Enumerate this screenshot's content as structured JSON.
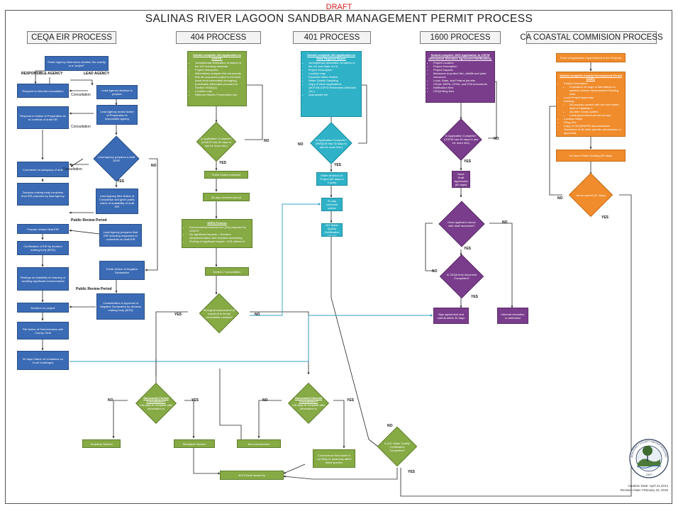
{
  "header": {
    "draft": "DRAFT",
    "title": "SALINAS RIVER LAGOON SANDBAR MANAGEMENT PERMIT PROCESS"
  },
  "columns": {
    "ceqa": "CEQA EIR PROCESS",
    "p404": "404 PROCESS",
    "p401": "401 PROCESS",
    "p1600": "1600 PROCESS",
    "coastal": "CA COASTAL COMMISION PROCESS"
  },
  "ceqa": {
    "b1": "Public Agency determines whether the activity is a \"project\"",
    "b2": "Respond to informal consultation",
    "b3": "Lead Agency decision to prepare",
    "b4": "Respond to Notice of Preparation as to contents of draft EIR",
    "b5": "Lead Agency sends Notice of Preparation to responsible agency",
    "d1": "Lead Agency prepares a draft DEIR",
    "b6": "Comments on adequacy of draft",
    "b7": "Decision-making body considers final EIR prepared by lead Agency",
    "b8": "Lead Agency files Notice of Completion and gives public notice of availability of draft EIR",
    "b9": "Prepare revised final EIR",
    "b10": "Lead Agency prepares final EIR including responses to comments on draft EIR",
    "b11": "Certification of EIR by decision making body (BOS)",
    "b12": "Findings on feasibility of reducing or avoiding significant environmental",
    "b13": "Public Notice of Negative Declaration",
    "b14": "Decision on project",
    "b15": "Consideration & Approval of Negative Declaration by decision making body (BOS)",
    "b16": "File Notice of Determination with County Clerk",
    "b17": "30 days Statue of Limitations on Court challenges"
  },
  "p404": {
    "intro_title": "Submit complete 404 Application to USACE:",
    "intro_items": [
      "Jurisdictional delineation of waters of the US including wetlands",
      "Project description",
      "Alternatives analysis that documents that the proposed project is the least (least environmentally damaging) practicable alternative pursuant to Section 404(b)(1)",
      "Location map",
      "National Historic Preservation Act"
    ],
    "d1": "Is Application Complete? (USACE has 30 days to ask for more info.)",
    "b_public": "Public Notice prepared",
    "b_comment": "30-day comment period",
    "nepa_title": "NEPA Process",
    "nepa_items": [
      "Environmental Assessment (EA) prepared by USACE",
      "No significant impacts = Decision ofimplementation with included monitoring",
      "Finding of significant impact = EIS offered of"
    ],
    "b_sec7": "Section 7 consultation",
    "d2": "Biological Assessment (if required) is formal consultation needed?",
    "d3_title": "Successful Formal Consultation?",
    "d3_items": [
      "135 days to complete after information is"
    ],
    "b_jeopardy": "Jeopardy Opinion",
    "b_bio": "Biological Opinion",
    "b_nonconc": "Non-concurrence",
    "d4_title": "Successful Informal Consultation?",
    "d4_items": [
      "135 days to complete after information is"
    ],
    "b_concur": "Concurrence that action is not likely to adversely affect listed species",
    "b_permit": "404 Permit Issued by"
  },
  "p401": {
    "intro_title": "Submit complete 401 Application to State Regional Board:",
    "intro_items": [
      "Jurisdictional delineation of waters of the US and State of CA",
      "Project Description",
      "Location map",
      "Impacted Water Bodies",
      "Water Quality Sampling",
      "Copy of other Applications (ACP,SB,CDFW Streambed Alteration ,etc.)",
      "Appropriate fee"
    ],
    "d1": "Is Application Complete? (RWQCB has 30 days to ask for more info.)",
    "b_decision": "Make decision on Project (60 days to 1 year)",
    "b_comment": "21-day comment period",
    "b_cert": "401 Water Quality Certification Issued",
    "d2": "Is 401 Water Quality Certification Completed?"
  },
  "p1600": {
    "intro_title": "Submit complete 1600 Application to CDFW (Streambed Alteration Agreement Notification):",
    "intro_items": [
      "Project Location",
      "Project Description",
      "Project Impacts",
      "Measures to protect fish, wildlife and plant resources",
      "Local, State, and Federal permits",
      "CEQA, NEPA, CESA, and ESA documents",
      "Notification fees",
      "CEQA filing fees"
    ],
    "d1": "Is Application Complete? (CDFW has 30 days to ask for more info)",
    "b_draft": "Issue Draft agreement (60 days)",
    "d2": "Does applicant concur with draft document?",
    "d3": "Is CEQA final document Completed?",
    "b_sign": "Sign agreement and submit within 30 days",
    "b_informal": "Informal resolution or arbitration"
  },
  "coastal": {
    "b_proof": "Proof of Applicants Legal Interest in the Property",
    "cdp_title": "Submit complete Coastal Development Permit (CDP):",
    "cdp_items": [
      "Project Description",
      "Evaluation of range of alternatives to address chosen demonstrated flooding risks",
      "Local Project Approvals",
      "Noticing",
      "All property owners with the river basin/ west of Highway 1",
      "All other known parties",
      "Local government permit contact",
      "Location Maps",
      "Filing Fee",
      "Copy of CEQA/NEPA documentation",
      "Disclosure of all other permits, permissions or approvals"
    ],
    "b_hearing": "De Novo Public Hearing (49 days)",
    "d1": "Act on permit (21 days)"
  },
  "labels": {
    "responsible": "RESPONSIBLE AGENCY",
    "lead": "LEAD AGENCY",
    "consultation": "Consultation",
    "public_review": "Public Review Period",
    "yes": "YES",
    "no": "NO"
  },
  "footer": {
    "seal": "MONTEREY COUNTY WATER RESOURCES AGENCY",
    "seal_year": "1947",
    "created": "Creation Date: April 21,2014",
    "revised": "Revision Date: February 18, 2015"
  },
  "colors": {
    "ceqa": "#3b6bb5",
    "p404": "#86aa44",
    "p401": "#2fb2c8",
    "p1600": "#7a3d8c",
    "coastal": "#f08c2c"
  }
}
